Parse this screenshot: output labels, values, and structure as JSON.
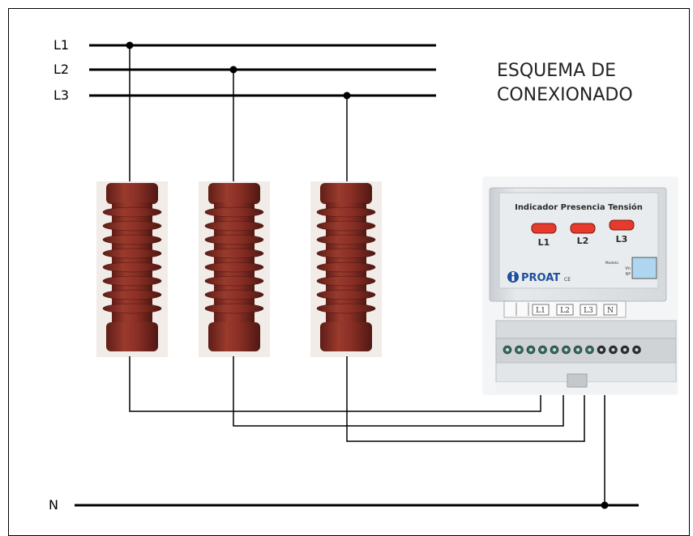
{
  "lines": {
    "l1": "L1",
    "l2": "L2",
    "l3": "L3",
    "n": "N"
  },
  "title": {
    "line1": "ESQUEMA DE",
    "line2": "CONEXIONADO"
  },
  "device": {
    "heading": "Indicador Presencia Tensión",
    "leds": [
      "L1",
      "L2",
      "L3"
    ],
    "brand": "PROAT",
    "ce_mark": "CE",
    "model_label": "Modelo",
    "voltage_label": "Vn",
    "serial_label": "Nº",
    "terminals": [
      "L1",
      "L2",
      "L3",
      "N"
    ]
  },
  "colors": {
    "insulator": "#8a2f25",
    "insulator_dark": "#6e231b",
    "led": "#e63a2c",
    "device_body": "#dfe3e6",
    "brand_blue": "#1e4f9c"
  }
}
